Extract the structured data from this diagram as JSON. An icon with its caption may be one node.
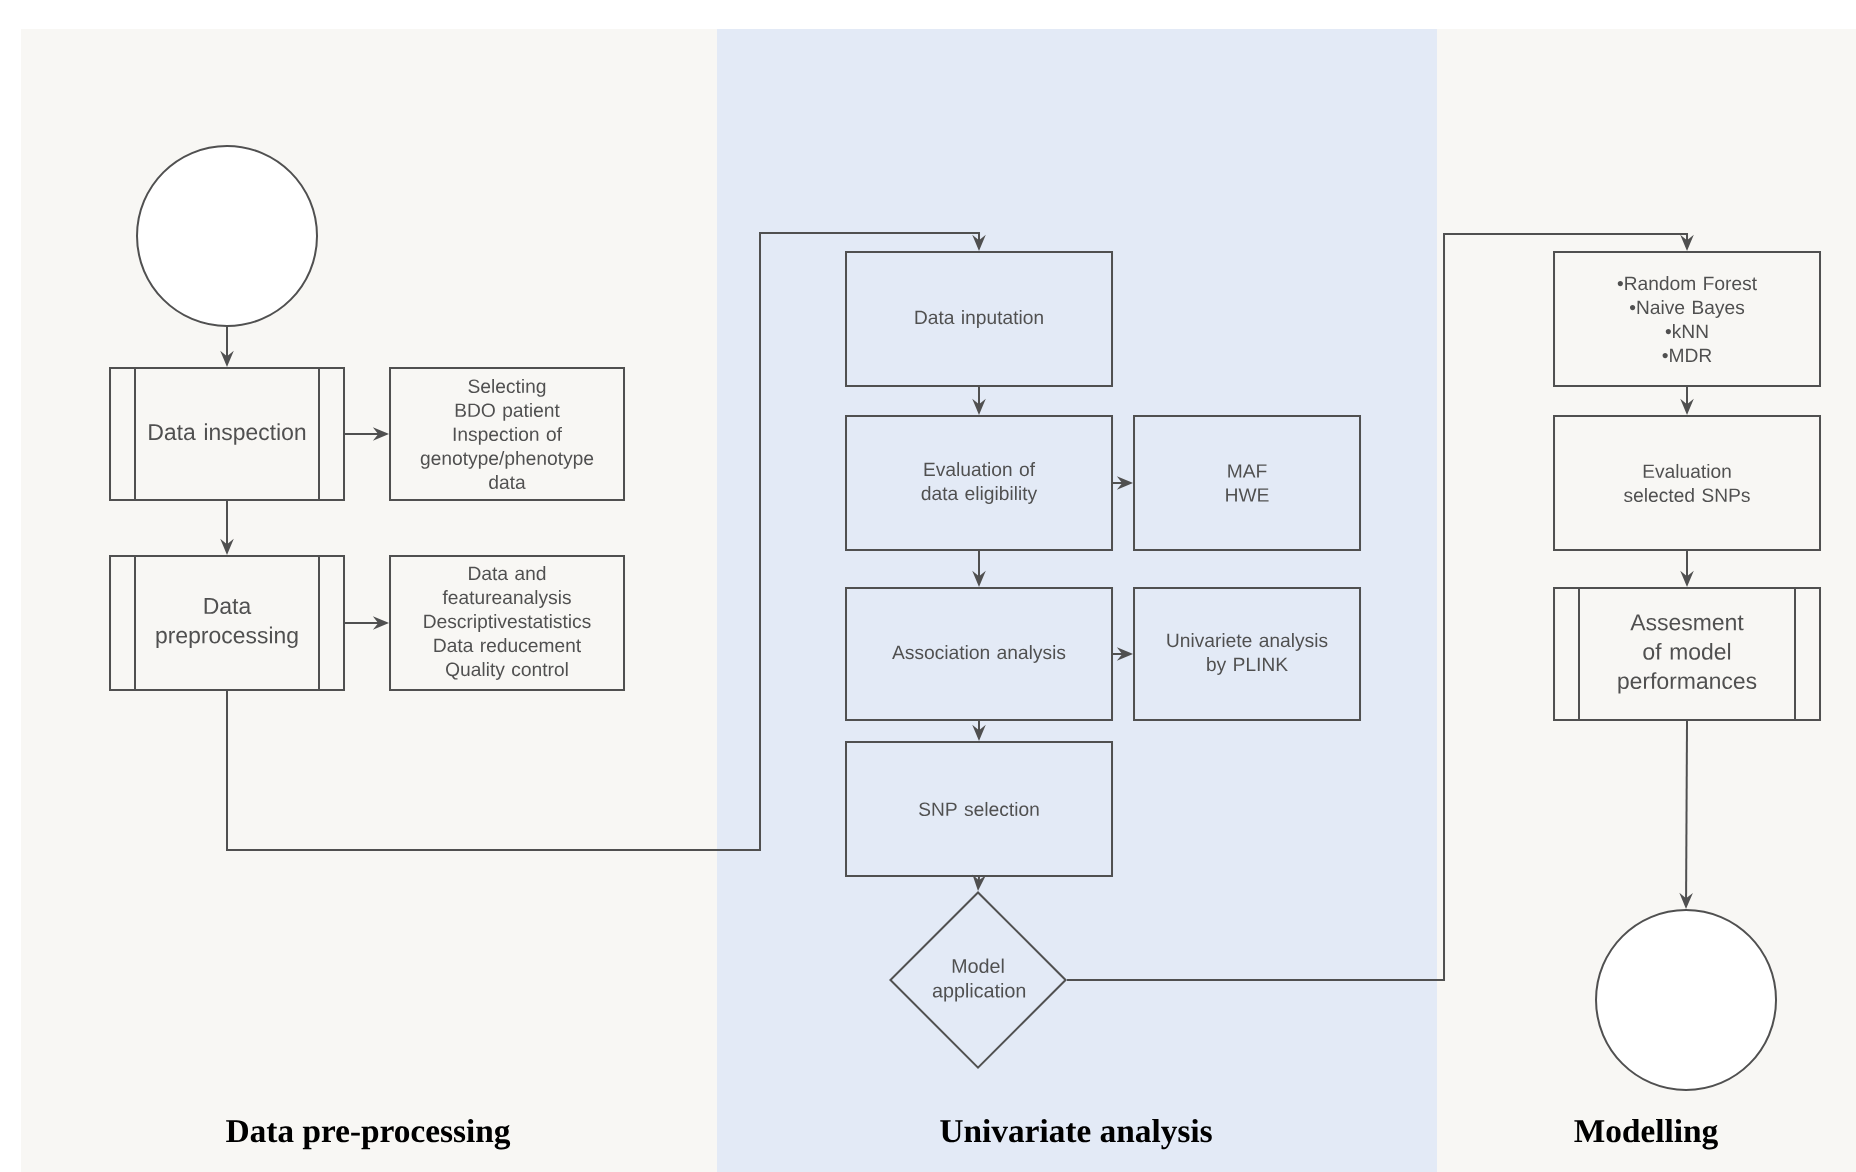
{
  "diagram": {
    "nodes": [
      {
        "text": [
          "Data pre-processing"
        ]
      },
      {
        "text": [],
        "shape": "circle",
        "in": 0
      },
      {
        "text": [
          "Data inspection"
        ],
        "in": 0
      },
      {
        "text": [
          "Selecting BDO patient",
          "Inspection of genotype/phenotype data"
        ],
        "in": 0
      },
      {
        "text": [
          "Data preprocessing"
        ],
        "in": 0
      },
      {
        "text": [
          "Data and featureanalysis",
          "Descriptivestatistics",
          "Data reducement",
          "Quality control"
        ],
        "in": 0
      },
      {
        "text": [
          "Univariate analysis"
        ]
      },
      {
        "text": [
          "Data inputation"
        ],
        "in": 6
      },
      {
        "text": [
          "Evaluation of data eligibility"
        ],
        "in": 6
      },
      {
        "text": [
          "MAF",
          "HWE"
        ],
        "in": 6
      },
      {
        "text": [
          "Association analysis"
        ],
        "in": 6
      },
      {
        "text": [
          "Univariete analysis by PLINK"
        ],
        "in": 6
      },
      {
        "text": [
          "SNP selection"
        ],
        "in": 6
      },
      {
        "text": [
          "Model application"
        ],
        "in": 6
      },
      {
        "text": [
          "Modelling"
        ]
      },
      {
        "text": [
          "•Random Forest",
          "•Naive Bayes",
          "•kNN",
          "•MDR"
        ],
        "in": 14
      },
      {
        "text": [
          "Evaluation selected SNPs"
        ],
        "in": 14
      },
      {
        "text": [
          "Assesment of model performances"
        ],
        "in": 14
      },
      {
        "text": [],
        "shape": "circle",
        "in": 14
      }
    ],
    "edges": [
      {
        "from": 1,
        "to": 2,
        "arrow": "to"
      },
      {
        "from": 2,
        "to": 3,
        "arrow": "to"
      },
      {
        "from": 2,
        "to": 4,
        "arrow": "to"
      },
      {
        "from": 4,
        "to": 5,
        "arrow": "to"
      },
      {
        "from": 4,
        "to": 7,
        "arrow": "to"
      },
      {
        "from": 7,
        "to": 8,
        "arrow": "to"
      },
      {
        "from": 8,
        "to": 9,
        "arrow": "to"
      },
      {
        "from": 8,
        "to": 10,
        "arrow": "to"
      },
      {
        "from": 10,
        "to": 11,
        "arrow": "to"
      },
      {
        "from": 10,
        "to": 12,
        "arrow": "to"
      },
      {
        "from": 12,
        "to": 13,
        "arrow": "to"
      },
      {
        "from": 13,
        "to": 15,
        "arrow": "to"
      },
      {
        "from": 15,
        "to": 16,
        "arrow": "to"
      },
      {
        "from": 16,
        "to": 17,
        "arrow": "to"
      },
      {
        "from": 17,
        "to": 18,
        "arrow": "to"
      }
    ]
  }
}
